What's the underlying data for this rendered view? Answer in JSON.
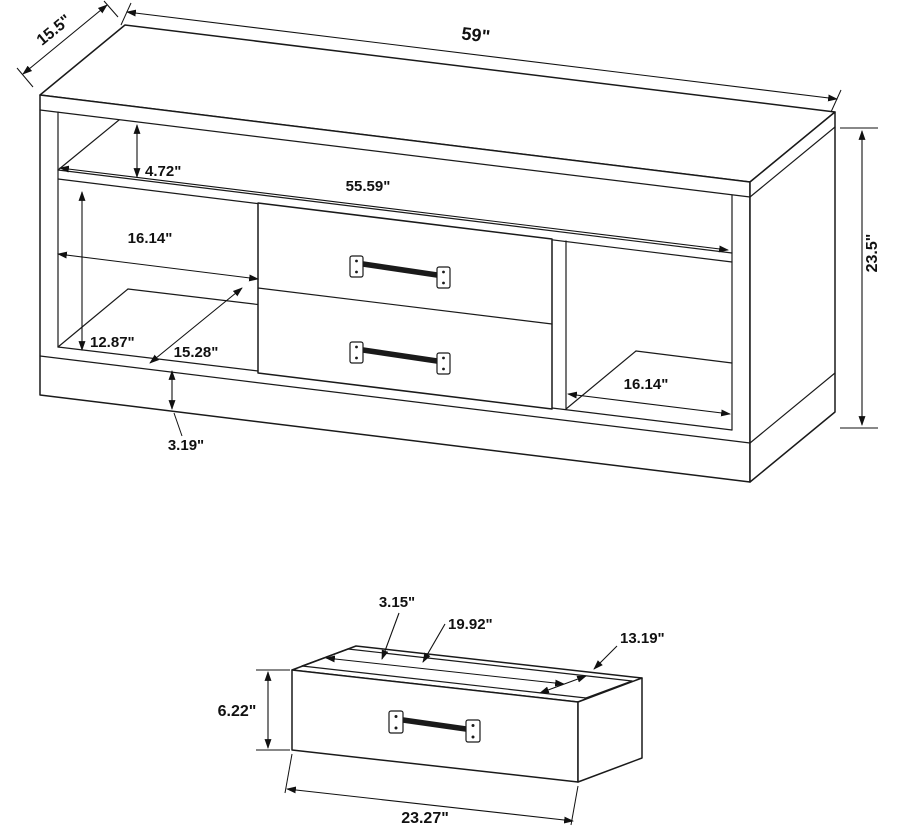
{
  "figure": {
    "type": "furniture-dimension-diagram",
    "line_color": "#1a1a1a",
    "text_color": "#111111",
    "background": "#ffffff"
  },
  "console": {
    "dims": {
      "depth": "15.5\"",
      "width": "59\"",
      "shelf_height": "4.72\"",
      "interior_width": "55.59\"",
      "left_width": "16.14\"",
      "left_height": "12.87\"",
      "shelf_depth": "15.28\"",
      "right_width": "16.14\"",
      "base_height": "3.19\"",
      "height": "23.5\""
    }
  },
  "drawer": {
    "dims": {
      "wall": "3.15\"",
      "inner_width": "19.92\"",
      "inner_depth": "13.19\"",
      "height": "6.22\"",
      "width": "23.27\""
    }
  }
}
